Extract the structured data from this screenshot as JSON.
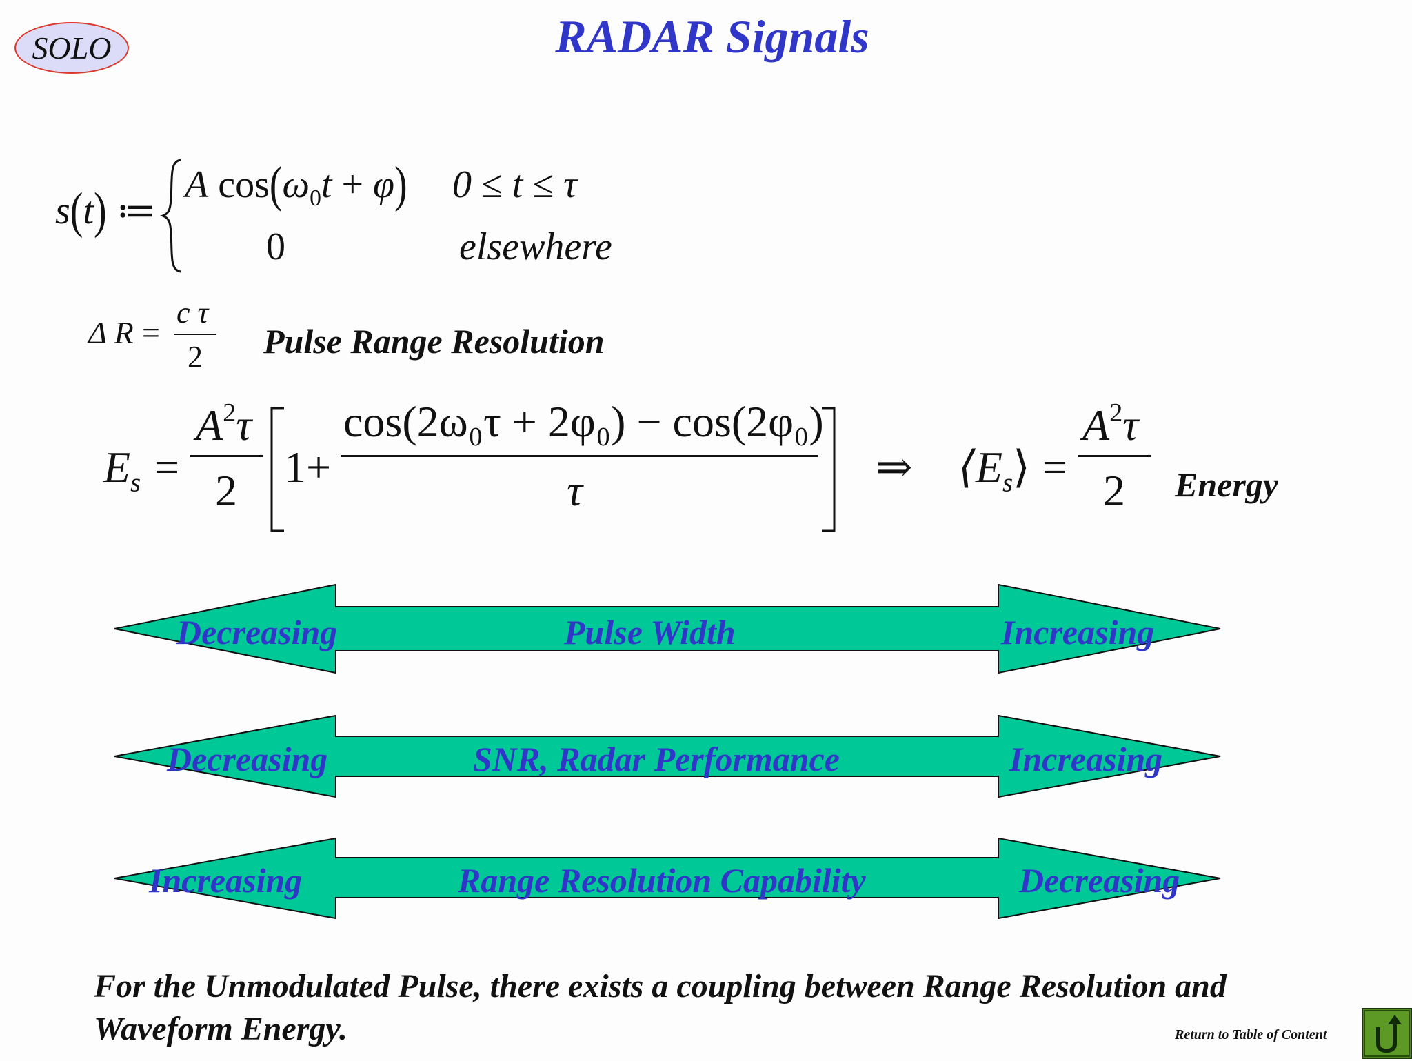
{
  "logo": "SOLO",
  "title": "RADAR Signals",
  "signal_def": {
    "lhs_fn": "s",
    "lhs_arg": "t",
    "assign": "≔",
    "case1_expr_A": "A",
    "case1_cos": "cos",
    "case1_omega": "ω",
    "case1_sub0": "0",
    "case1_t": "t",
    "case1_plus": "+",
    "case1_phi": "φ",
    "case1_cond": "0 ≤ t ≤ τ",
    "case2_expr": "0",
    "case2_cond": "elsewhere"
  },
  "range_res": {
    "lhs": "Δ R",
    "eq": "=",
    "num": "c τ",
    "den": "2",
    "label": "Pulse Range Resolution"
  },
  "energy": {
    "lhs": "E",
    "lhs_sub": "s",
    "eq": "=",
    "frac_num_A": "A",
    "frac_num_sup": "2",
    "frac_num_tau": "τ",
    "frac_den": "2",
    "bracket_one_plus": "1+",
    "inner_num": "cos(2ω₀τ + 2φ₀) − cos(2φ₀)",
    "inner_den": "τ",
    "implies": "⇒",
    "avg_lhs": "⟨E",
    "avg_sub": "s",
    "avg_close": "⟩",
    "avg_eq": "=",
    "label": "Energy"
  },
  "arrows": [
    {
      "left": "Decreasing",
      "center": "Pulse Width",
      "right": "Increasing"
    },
    {
      "left": "Decreasing",
      "center": "SNR, Radar Performance",
      "right": "Increasing"
    },
    {
      "left": "Increasing",
      "center": "Range Resolution Capability",
      "right": "Decreasing"
    }
  ],
  "colors": {
    "title": "#2f36c8",
    "arrow_fill": "#00c896",
    "arrow_text": "#2f36c8",
    "logo_fill": "#dcdcf8",
    "logo_border": "#d9382b"
  },
  "footer": "For the Unmodulated Pulse, there exists a coupling between Range Resolution and Waveform Energy.",
  "return_link": "Return to Table of Content",
  "return_icon": "return-arrow-icon"
}
